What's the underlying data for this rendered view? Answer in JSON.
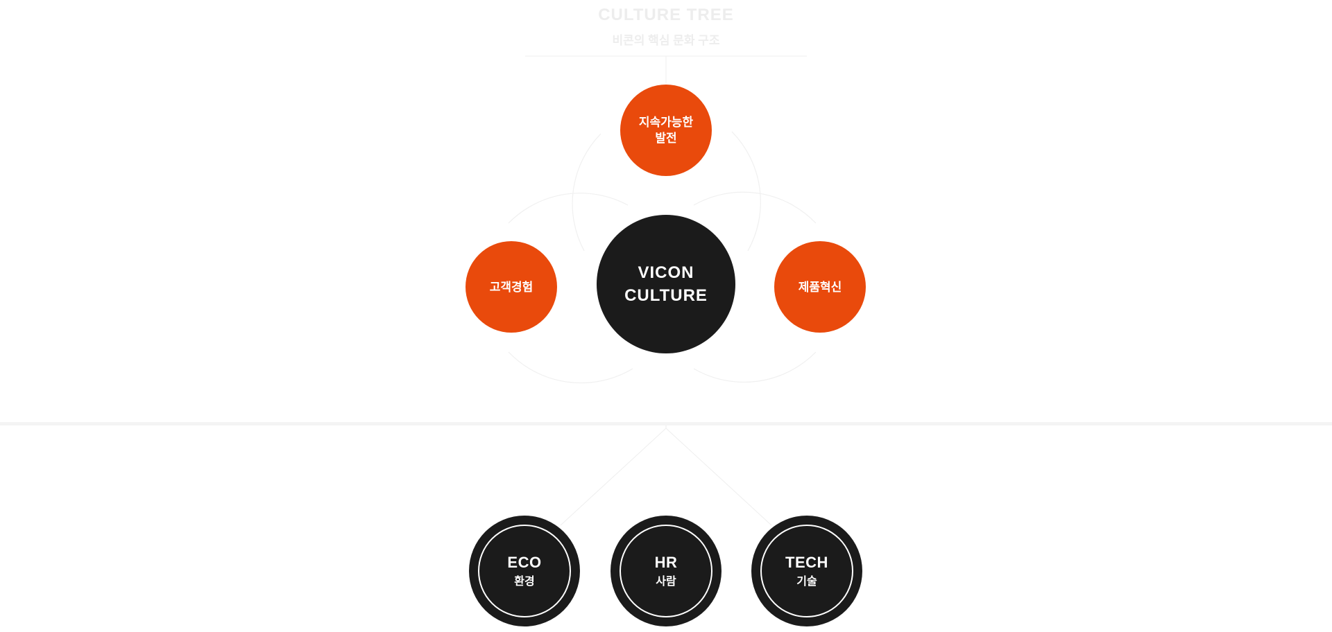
{
  "header": {
    "title": "CULTURE TREE",
    "subtitle": "비콘의 핵심 문화 구조"
  },
  "core": {
    "line1": "VICON",
    "line2": "CULTURE"
  },
  "values": {
    "top": {
      "line1": "지속가능한",
      "line2": "발전"
    },
    "left": {
      "label": "고객경험"
    },
    "right": {
      "label": "제품혁신"
    }
  },
  "pillars": [
    {
      "en": "ECO",
      "ko": "환경"
    },
    {
      "en": "HR",
      "ko": "사람"
    },
    {
      "en": "TECH",
      "ko": "기술"
    }
  ],
  "colors": {
    "accent": "#e94a0c",
    "core": "#1b1b1b",
    "faint": "#ededed",
    "background": "#ffffff"
  }
}
